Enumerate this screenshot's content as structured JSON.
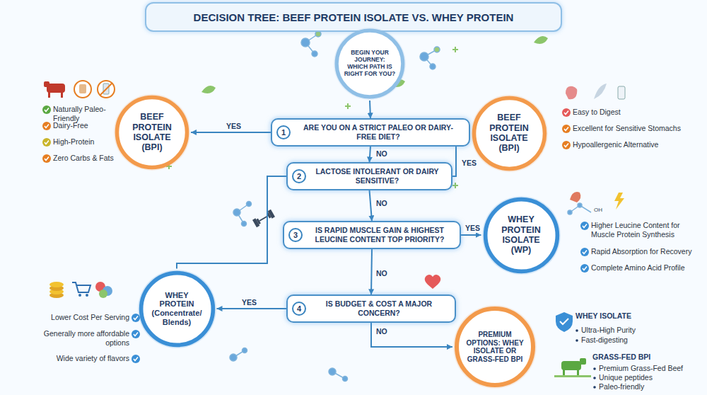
{
  "diagram": {
    "title": "DECISION TREE: BEEF PROTEIN ISOLATE VS. WHEY PROTEIN",
    "nodes": [
      {
        "text": [
          "BEGIN YOUR JOURNEY: WHICH PATH IS RIGHT FOR YOU?"
        ]
      },
      {
        "text": [
          "1",
          "ARE YOU ON A STRICT PALEO OR DAIRY-FREE DIET?"
        ]
      },
      {
        "text": [
          "BEEF PROTEIN ISOLATE (BPI)"
        ]
      },
      {
        "text": [
          "BEEF PROTEIN ISOLATE (BPI)"
        ]
      },
      {
        "text": [
          "2",
          "LACTOSE INTOLERANT OR DAIRY SENSITIVE?"
        ]
      },
      {
        "text": [
          "3",
          "IS RAPID MUSCLE GAIN & HIGHEST LEUCINE CONTENT TOP PRIORITY?"
        ]
      },
      {
        "text": [
          "WHEY PROTEIN ISOLATE (WP)"
        ]
      },
      {
        "text": [
          "4",
          "IS BUDGET & COST A MAJOR CONCERN?"
        ]
      },
      {
        "text": [
          "WHEY PROTEIN (Concentrate/ Blends)"
        ]
      },
      {
        "text": [
          "PREMIUM OPTIONS: WHEY ISOLATE OR GRASS-FED BPI"
        ]
      }
    ],
    "edges": [
      {
        "from": 0,
        "to": 1,
        "arrow": "to"
      },
      {
        "from": 1,
        "to": 2,
        "label": "YES",
        "arrow": "to"
      },
      {
        "from": 1,
        "to": 4,
        "label": "NO",
        "arrow": "to"
      },
      {
        "from": 4,
        "to": 3,
        "label": "YES",
        "arrow": "to"
      },
      {
        "from": 4,
        "to": 5,
        "label": "NO",
        "arrow": "to"
      },
      {
        "from": 5,
        "to": 6,
        "label": "YES",
        "arrow": "to"
      },
      {
        "from": 5,
        "to": 7,
        "label": "NO",
        "arrow": "to"
      },
      {
        "from": 7,
        "to": 8,
        "label": "YES",
        "arrow": "to"
      },
      {
        "from": 7,
        "to": 9,
        "label": "NO",
        "arrow": "to"
      },
      {
        "from": 8,
        "to": 4,
        "arrow": "none"
      }
    ],
    "labels": [
      "Naturally Paleo-Friendly",
      "Dairy-Free",
      "High-Protein",
      "Zero Carbs & Fats",
      "Easy to Digest",
      "Excellent for Sensitive Stomachs",
      "Hypoallergenic Alternative",
      "Higher Leucine Content for Muscle Protein Synthesis",
      "Rapid Absorption for Recovery",
      "Complete Amino Acid Profile",
      "OH",
      "Lower Cost Per Serving",
      "Generally more affordable options",
      "Wide variety of flavors",
      "WHEY ISOLATE",
      "Ultra-High Purity",
      "Fast-digesting",
      "GRASS-FED BPI",
      "Premium Grass-Fed Beef",
      "Unique peptides",
      "Paleo-friendly"
    ]
  }
}
